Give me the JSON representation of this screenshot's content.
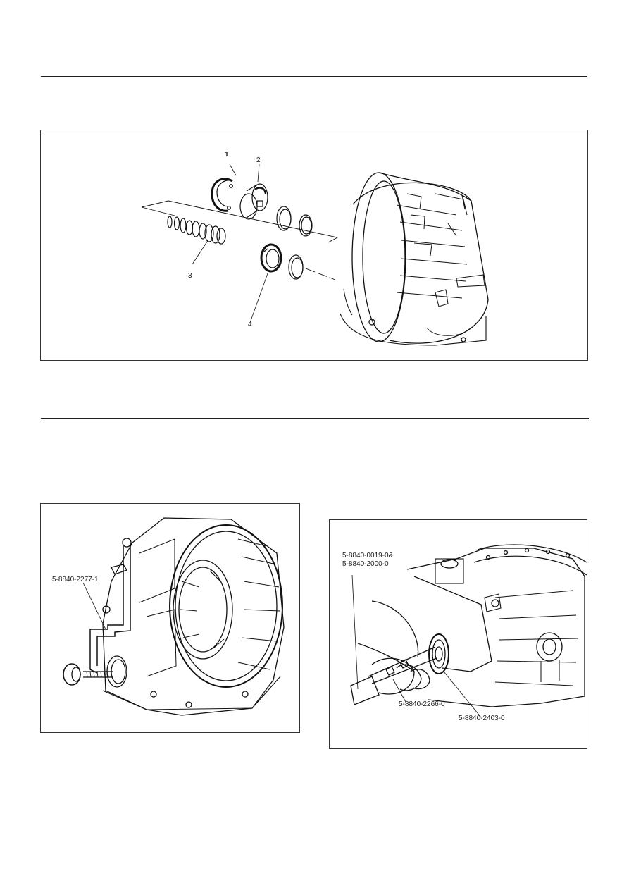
{
  "figure_exploded": {
    "callouts": [
      "1",
      "2",
      "3",
      "4"
    ]
  },
  "figure_tool_left": {
    "tool_label": "5-8840-2277-1"
  },
  "figure_tool_right": {
    "label_top_line1": "5-8840-0019-0&",
    "label_top_line2": "5-8840-2000-0",
    "label_mid": "5-8840-2266-0",
    "label_bottom": "5-8840-2403-0"
  }
}
